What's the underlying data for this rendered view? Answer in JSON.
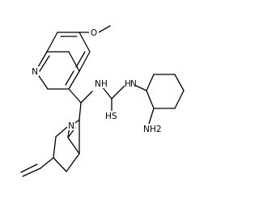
{
  "labels": {
    "quinoline_n": "N",
    "methoxy_o": "O",
    "amine_nh": "N",
    "amine_nh_h": "H",
    "thiourea_nh": "N",
    "thiourea_nh_h": "H",
    "thiocarbonyl_s": "S",
    "thiocarbonyl_s_h": "H",
    "quinuclidine_n": "N",
    "amino_n": "N",
    "amino_h2": "H2"
  }
}
